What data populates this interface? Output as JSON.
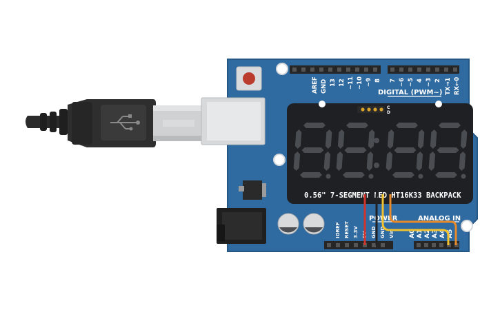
{
  "colors": {
    "board": "#2f6aa0",
    "board_edge": "#245784",
    "backpack": "#1e2023",
    "segment_off": "#4a4d52",
    "usb_cable": "#2b2b2b",
    "header": "#262626",
    "wire_red": "#d0342c",
    "wire_black": "#222222",
    "wire_yellow": "#f2c12e",
    "wire_orange": "#e8892a"
  },
  "icons": {
    "usb_symbol": "usb-icon",
    "reset_button": "reset-button-icon"
  },
  "board": {
    "digital_header_label": "DIGITAL (PWM~)",
    "digital_pins": [
      "AREF",
      "GND",
      "13",
      "12",
      "~11",
      "~10",
      "~9",
      "8",
      "7",
      "~6",
      "~5",
      "4",
      "~3",
      "2",
      "TX→1",
      "RX←0"
    ],
    "power_label": "POWER",
    "power_pins": [
      "IOREF",
      "RESET",
      "3.3V",
      "5V",
      "GND",
      "GND",
      "Vin"
    ],
    "analog_label": "ANALOG IN",
    "analog_pins": [
      "A0",
      "A1",
      "A2",
      "A3",
      "A4",
      "A5"
    ]
  },
  "backpack": {
    "label": "0.56\" 7-SEGMENT LED HT16K33 BACKPACK",
    "pin_labels": [
      "C",
      "D",
      "-",
      "+"
    ],
    "digits": [
      "8",
      "8",
      "8",
      "8"
    ]
  }
}
